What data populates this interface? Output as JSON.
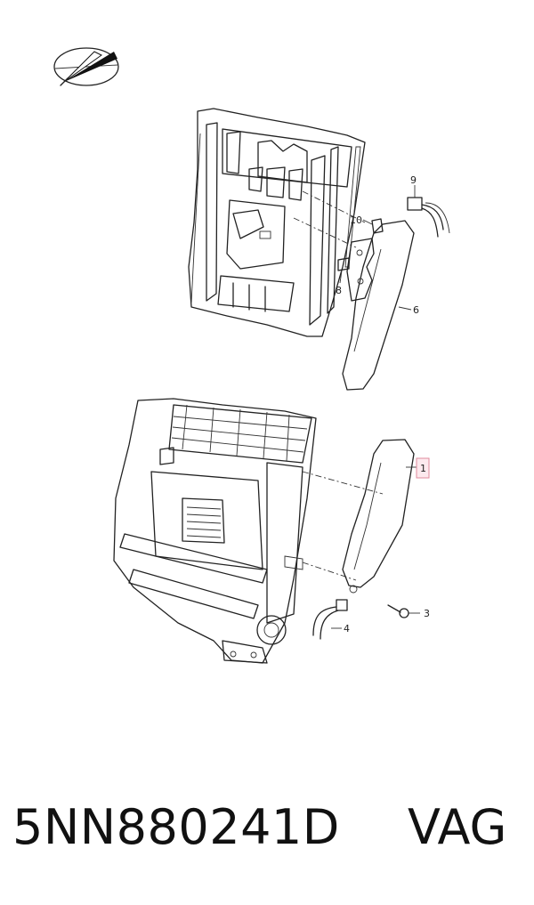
{
  "callouts": {
    "c1": "1",
    "c3": "3",
    "c4": "4",
    "c6": "6",
    "c8": "8",
    "c9": "9",
    "c10": "10"
  },
  "footer": {
    "part_number": "5NN880241D",
    "brand": "VAG"
  },
  "colors": {
    "highlight_fill": "#fde9ee",
    "highlight_stroke": "#e08a9c",
    "line": "#222222"
  },
  "icons": {
    "orientation": "orientation-compass-icon"
  }
}
